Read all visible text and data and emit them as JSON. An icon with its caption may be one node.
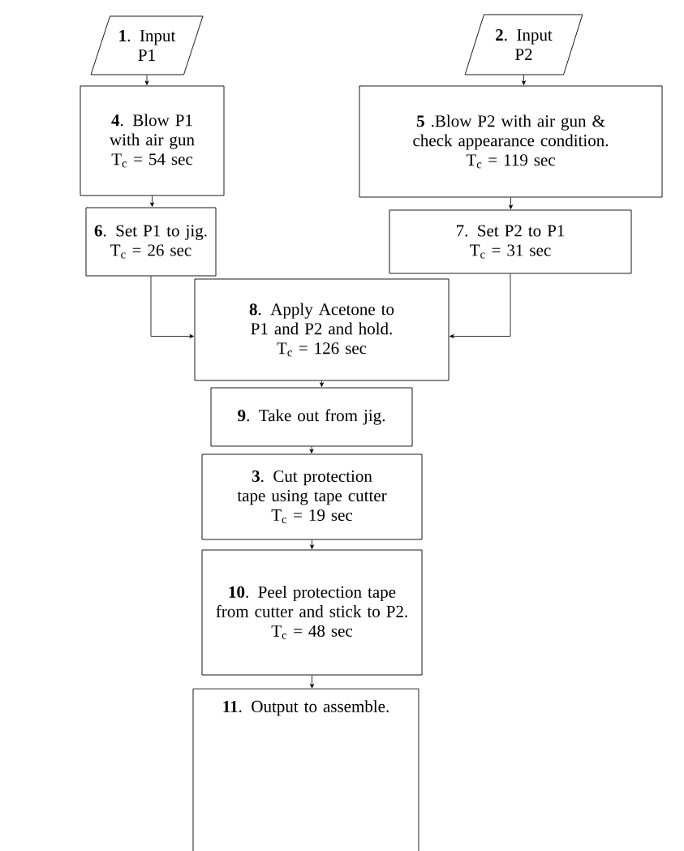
{
  "diagram": {
    "nodes": [
      {
        "text": [
          "**1**. Input P1"
        ]
      },
      {
        "text": [
          "**2**. Input P2"
        ]
      },
      {
        "text": [
          "**4**. Blow P1 with air gun",
          "T$_{c}$ = 54 sec"
        ]
      },
      {
        "text": [
          "**5** .Blow P2 with air gun & check appearance condition.",
          "T$_{c}$ = 119 sec"
        ]
      },
      {
        "text": [
          "**6**. Set P1 to jig.",
          "T$_{c}$ = 26 sec"
        ]
      },
      {
        "text": [
          "7. Set P2 to P1",
          "T$_{c}$ = 31 sec"
        ]
      },
      {
        "text": [
          "**8**. Apply Acetone to P1 and P2 and hold.",
          "T$_{c}$ = 126 sec"
        ]
      },
      {
        "text": [
          "**9**. Take out from jig."
        ]
      },
      {
        "text": [
          "**3**. Cut protection tape using tape cutter",
          "T$_{c}$ = 19 sec"
        ]
      },
      {
        "text": [
          "**10**. Peel protection tape from cutter and stick to P2.",
          "T$_{c}$ = 48 sec"
        ]
      },
      {
        "text": [
          "**11**. Output to assemble."
        ]
      }
    ],
    "edges": [
      {
        "from": 0,
        "to": 2,
        "arrow": "to"
      },
      {
        "from": 1,
        "to": 3,
        "arrow": "to"
      },
      {
        "from": 2,
        "to": 4,
        "arrow": "to"
      },
      {
        "from": 3,
        "to": 5,
        "arrow": "to"
      },
      {
        "from": 4,
        "to": 6,
        "arrow": "to"
      },
      {
        "from": 5,
        "to": 6,
        "arrow": "to"
      },
      {
        "from": 6,
        "to": 7,
        "arrow": "to"
      },
      {
        "from": 7,
        "to": 8,
        "arrow": "to"
      },
      {
        "from": 8,
        "to": 9,
        "arrow": "to"
      },
      {
        "from": 9,
        "to": 10,
        "arrow": "to"
      }
    ]
  }
}
